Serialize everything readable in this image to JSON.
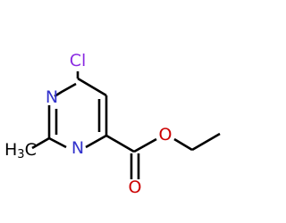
{
  "molecule": {
    "atoms": {
      "chlorine": "Cl",
      "nitrogen_top": "N",
      "nitrogen_bottom": "N",
      "carbonyl_oxygen": "O",
      "ester_oxygen": "O"
    },
    "colors": {
      "bond": "#000000",
      "carbon": "#000000",
      "nitrogen": "#3333cc",
      "oxygen": "#cc0000",
      "chlorine": "#8a2be2"
    }
  }
}
